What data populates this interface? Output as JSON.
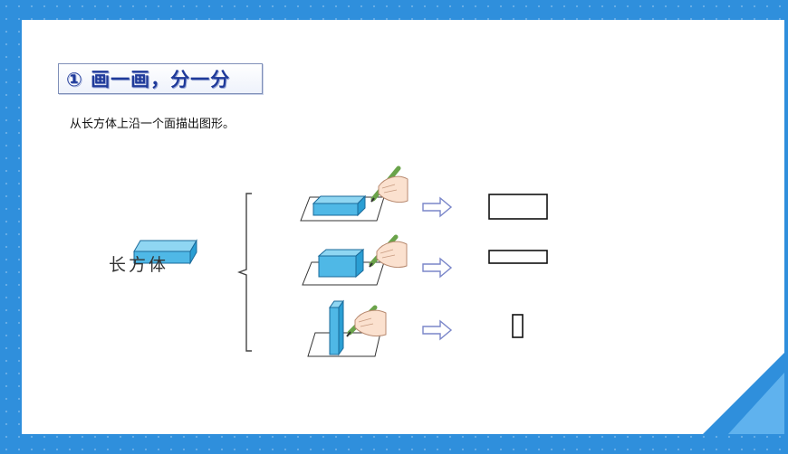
{
  "slide": {
    "title": "① 画一画，分一分",
    "instruction": "从长方体上沿一个面描出图形。",
    "solid_label": "长方体"
  },
  "colors": {
    "frame": "#2f8fdc",
    "cuboid_top": "#8fd6f2",
    "cuboid_front": "#4fb8e6",
    "cuboid_side": "#2a9ed3",
    "arrow": "#7a86c9",
    "title_text": "#1f3a9a"
  },
  "rows": [
    {
      "traced_face": "wide-large-rectangle"
    },
    {
      "traced_face": "wide-thin-rectangle"
    },
    {
      "traced_face": "narrow-tall-rectangle"
    }
  ]
}
